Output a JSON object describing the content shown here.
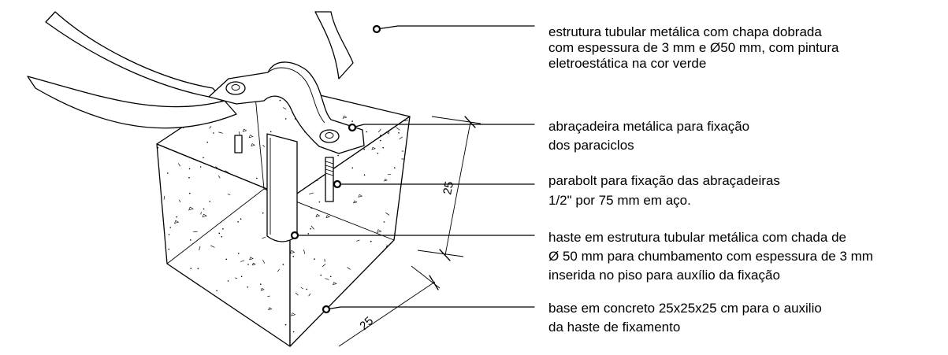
{
  "annotations": [
    {
      "id": "tube",
      "lines": [
        "estrutura tubular metálica  com chapa dobrada",
        "com espessura de 3 mm e Ø50 mm, com pintura",
        "eletroestática na cor verde"
      ]
    },
    {
      "id": "clamp",
      "lines": [
        "abraçadeira metálica para fixação",
        "dos paraciclos"
      ]
    },
    {
      "id": "bolt",
      "lines": [
        "parabolt para fixação das abraçadeiras",
        "1/2\" por 75 mm em aço."
      ]
    },
    {
      "id": "rod",
      "lines": [
        "haste  em estrutura tubular metálica com chada de",
        "Ø 50 mm para chumbamento com espessura de 3 mm",
        "inserida no piso para auxílio da fixação"
      ]
    },
    {
      "id": "base",
      "lines": [
        "base em concreto 25x25x25 cm para o auxilio",
        "da haste de fixamento"
      ]
    }
  ],
  "dimensions": {
    "vertical": "25",
    "horizontal": "25"
  }
}
